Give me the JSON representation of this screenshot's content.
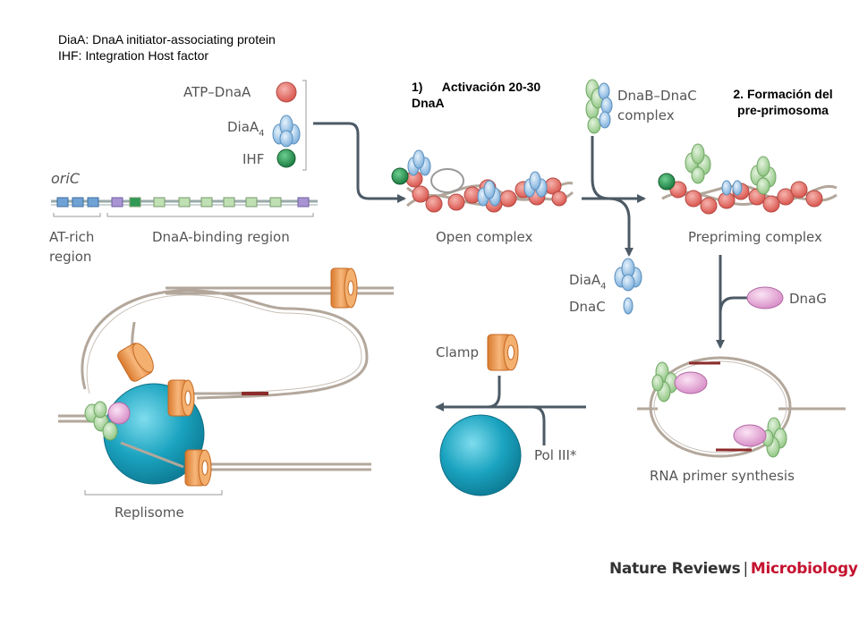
{
  "notes": {
    "line1": "DiaA: DnaA initiator-associating protein",
    "line2": "IHF: Integration Host factor",
    "step1_num": "1)",
    "step1_a": "Activación 20-30",
    "step1_b": "DnaA",
    "step2_a": "2. Formación del",
    "step2_b": "pre-primosoma"
  },
  "legend": {
    "atp_dnaa": "ATP–DnaA",
    "diaa": "DiaA",
    "diaa_sub": "4",
    "ihf": "IHF"
  },
  "labels": {
    "oric": "oriC",
    "at_rich_1": "AT-rich",
    "at_rich_2": "region",
    "dnaa_binding": "DnaA-binding region",
    "open_complex": "Open complex",
    "dnab_dnac_1": "DnaB–DnaC",
    "dnab_dnac_2": "complex",
    "prepriming": "Prepriming complex",
    "diaa_release": "DiaA",
    "diaa_release_sub": "4",
    "dnac_release": "DnaC",
    "dnag": "DnaG",
    "rna_primer": "RNA primer synthesis",
    "clamp": "Clamp",
    "pol3": "Pol III*",
    "replisome": "Replisome"
  },
  "footer": {
    "journal": "Nature Reviews",
    "separator": "|",
    "section": "Microbiology"
  },
  "colors": {
    "dnaa": "#e8716f",
    "diaa": "#a9cbe9",
    "ihf": "#2f9a55",
    "dnab": "#a8d39b",
    "dnag": "#e6a9d8",
    "clamp": "#f2a15c",
    "pol3": "#1aa3bf",
    "arrow": "#4c5a66",
    "dna": "#b3a79b"
  }
}
